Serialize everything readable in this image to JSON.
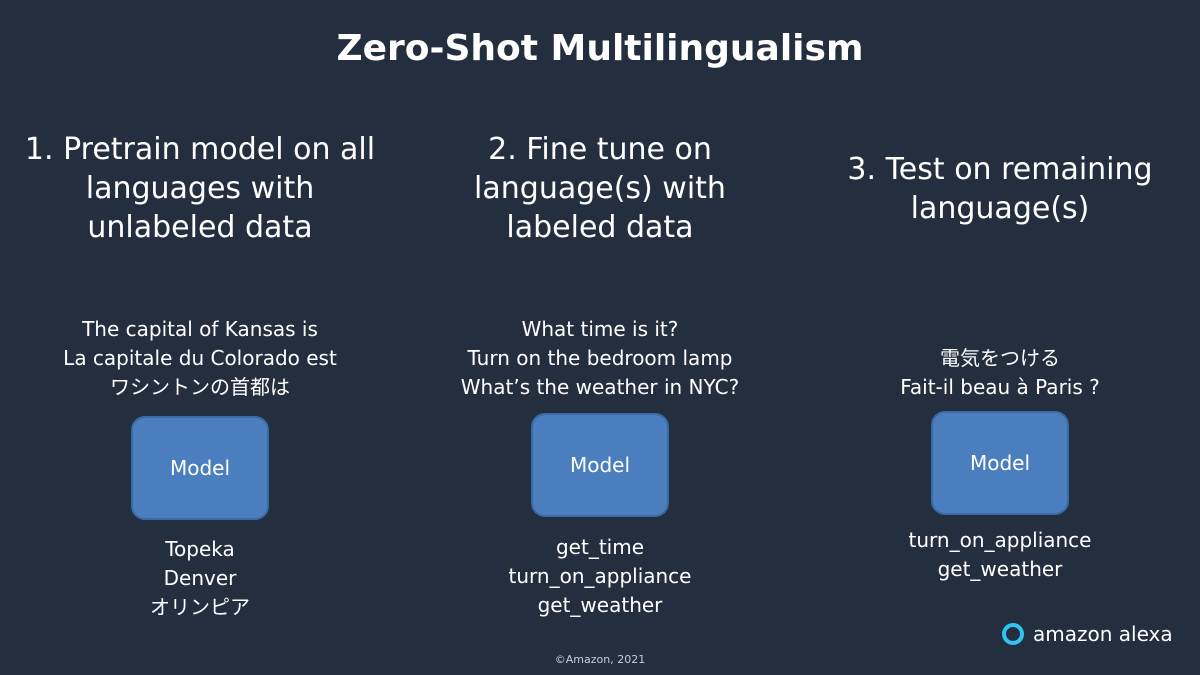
{
  "title": "Zero-Shot Multilingualism",
  "steps": [
    {
      "heading": [
        "1. Pretrain model on all",
        "languages with",
        "unlabeled data"
      ],
      "inputs": [
        "The capital of Kansas is",
        "La capitale du Colorado est",
        "ワシントンの首都は"
      ],
      "model_label": "Model",
      "outputs": [
        "Topeka",
        "Denver",
        "オリンピア"
      ]
    },
    {
      "heading": [
        "2. Fine tune on",
        "language(s) with",
        "labeled data"
      ],
      "inputs": [
        "What time is it?",
        "Turn on the bedroom lamp",
        "What’s the weather in NYC?"
      ],
      "model_label": "Model",
      "outputs": [
        "get_time",
        "turn_on_appliance",
        "get_weather"
      ]
    },
    {
      "heading": [
        "3. Test on remaining",
        "language(s)"
      ],
      "inputs": [
        "電気をつける",
        "Fait-il beau à Paris ?"
      ],
      "model_label": "Model",
      "outputs": [
        "turn_on_appliance",
        "get_weather"
      ]
    }
  ],
  "footer": {
    "copyright": "©Amazon, 2021",
    "brand": "amazon alexa",
    "brand_icon": "alexa-ring-icon",
    "colors": {
      "background": "#232f3e",
      "model_box": "#4a7ebf",
      "alexa_ring": "#31c4f3"
    }
  }
}
